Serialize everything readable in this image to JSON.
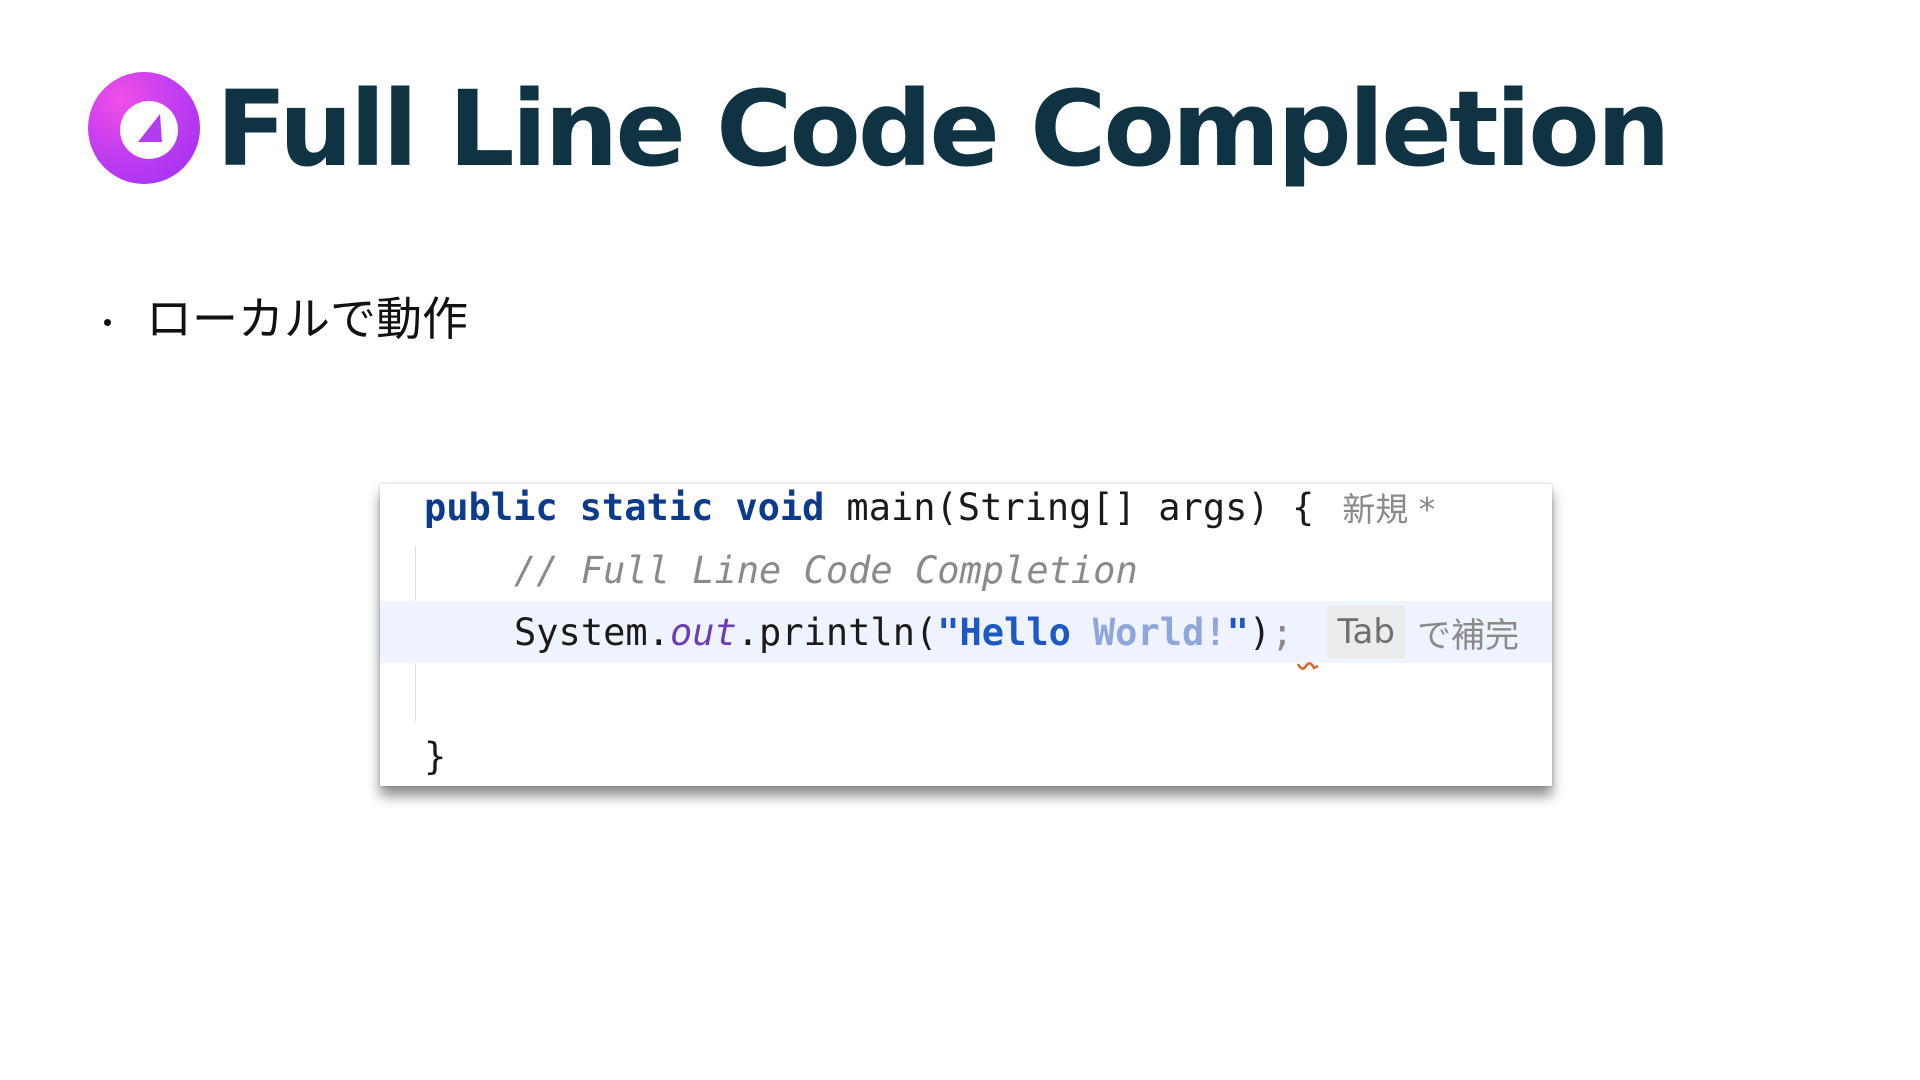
{
  "slide": {
    "title": "Full Line Code Completion",
    "bullets": [
      "ローカルで動作"
    ]
  },
  "icons": {
    "logo": "full-line-completion-logo-icon"
  },
  "colors": {
    "title": "#0f3342",
    "logo_gradient_start": "#f24ee6",
    "logo_gradient_end": "#9b2ff3",
    "keyword": "#0b3b8c",
    "string": "#1e58c4",
    "current_line_bg": "#eef3fd",
    "squiggle": "#d9652b"
  },
  "editor": {
    "line1": {
      "kw_public": "public",
      "kw_static": "static",
      "kw_void": "void",
      "signature": "main(String[] args) {",
      "new_label": "新規 *"
    },
    "line2": {
      "comment": "// Full Line Code Completion"
    },
    "line3": {
      "system": "System.",
      "out": "out",
      "println": ".println(",
      "str_typed": "\"Hello",
      "str_ghost": "World!",
      "str_close": "\"",
      "paren": ")",
      "semi": ";",
      "tab_key": "Tab",
      "hint": "で補完"
    },
    "line5": {
      "brace": "}"
    }
  }
}
